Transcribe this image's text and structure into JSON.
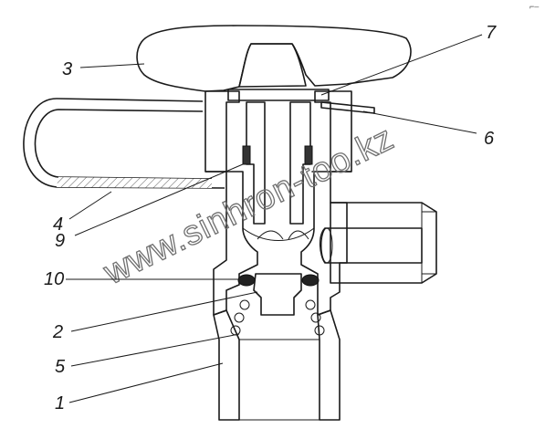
{
  "watermark": "www.sinhron-too.kz",
  "corner_mark": "⌐–",
  "callouts": [
    {
      "id": "1",
      "label": "1"
    },
    {
      "id": "2",
      "label": "2"
    },
    {
      "id": "3",
      "label": "3"
    },
    {
      "id": "4",
      "label": "4"
    },
    {
      "id": "5",
      "label": "5"
    },
    {
      "id": "6",
      "label": "6"
    },
    {
      "id": "7",
      "label": "7"
    },
    {
      "id": "9",
      "label": "9"
    },
    {
      "id": "10",
      "label": "10"
    }
  ]
}
